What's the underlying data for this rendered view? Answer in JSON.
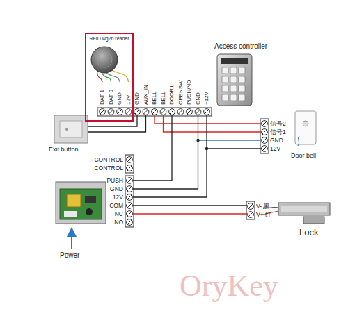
{
  "diagram": {
    "nodes": [
      {
        "text": [
          "RFID wg26 reader"
        ]
      },
      {
        "text": [
          "Access controller"
        ]
      },
      {
        "text": [
          "Exit button"
        ]
      },
      {
        "text": [
          "Door bell"
        ]
      },
      {
        "text": [
          "Power"
        ]
      },
      {
        "text": [
          "Lock"
        ]
      }
    ],
    "labels": [
      "DAT 1",
      "DAT 0",
      "GND",
      "12V",
      "GND",
      "AUX_IN",
      "BELL",
      "BELL",
      "DOOR1",
      "OPENSW",
      "PUSH/NO",
      "GND",
      "+12V",
      "信号2",
      "信号1",
      "GND",
      "12V",
      "CONTROL",
      "CONTROL",
      "PUSH",
      "GND",
      "12V",
      "COM",
      "NC",
      "NO",
      "V- 黑",
      "V+ 红",
      "OryKey"
    ]
  }
}
